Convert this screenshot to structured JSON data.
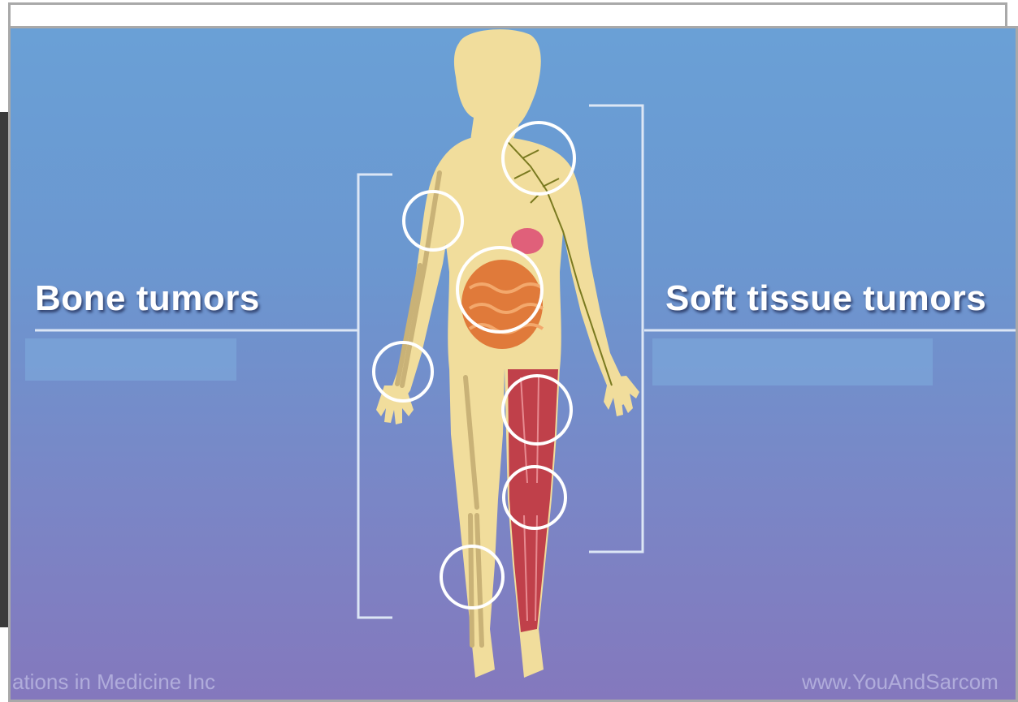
{
  "diagram": {
    "labels": {
      "left": "Bone tumors",
      "right": "Soft tissue tumors"
    },
    "footer": {
      "left": "ations in Medicine Inc",
      "right": "www.YouAndSarcom"
    },
    "colors": {
      "background_top": "#6aa0d6",
      "background_bottom": "#8478bd",
      "skin": "#f1dd9c",
      "muscle": "#c0404a",
      "organ": "#e07a3a",
      "nerve": "#7a7a20",
      "circle": "#ffffff"
    },
    "icons": [
      "human-body-figure",
      "skeleton-arm",
      "muscle-leg",
      "intestines",
      "lymph-nerves"
    ]
  }
}
